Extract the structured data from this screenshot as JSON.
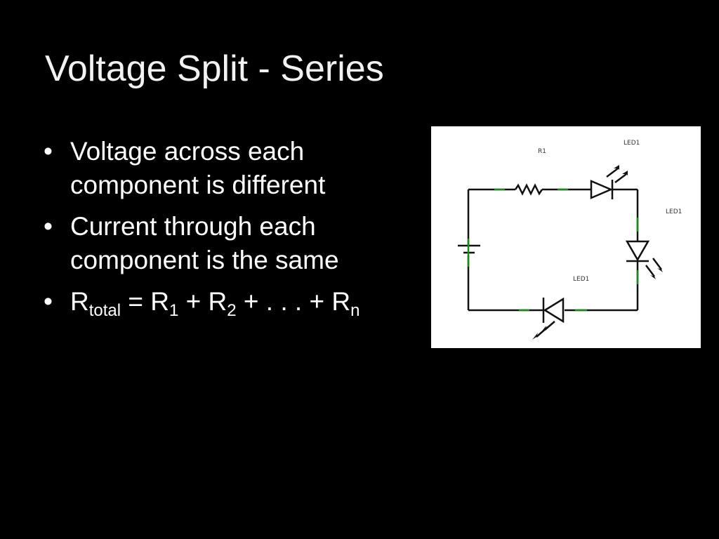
{
  "slide": {
    "title": "Voltage Split - Series",
    "bullets": [
      {
        "lines": [
          "Voltage across each",
          "component is different"
        ]
      },
      {
        "lines": [
          "Current through each",
          "component is the same"
        ]
      },
      {
        "formula": {
          "r1": "R",
          "sub_total": "total",
          "eq": " = R",
          "sub1": "1",
          "plus1": " + R",
          "sub2": "2",
          "dots": " + . . . + R",
          "subn": "n"
        }
      }
    ],
    "bullet_glyph": "•"
  },
  "diagram": {
    "labels": {
      "resistor": "R1",
      "led_top": "LED1",
      "led_right": "LED1",
      "led_bottom": "LED1"
    },
    "wire_color": "#111111",
    "accent_color": "#1a8a1a"
  }
}
